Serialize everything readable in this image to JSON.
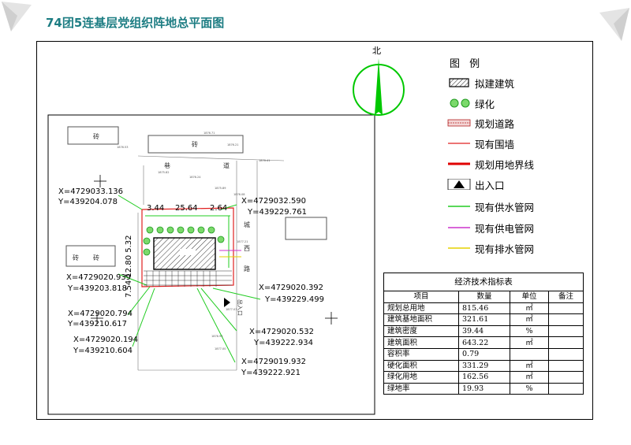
{
  "title": "74团5连基层党组织阵地总平面图",
  "north_label": "北",
  "legend": {
    "title": "图 例",
    "items": [
      {
        "label": "拟建建筑",
        "icon": "hatched-building-icon"
      },
      {
        "label": "绿化",
        "icon": "greenery-icon"
      },
      {
        "label": "规划道路",
        "icon": "planned-road-icon",
        "color": "#b22222"
      },
      {
        "label": "现有围墙",
        "icon": "existing-wall-icon",
        "color": "#e02020"
      },
      {
        "label": "规划用地界线",
        "icon": "land-boundary-icon",
        "color": "#e00000"
      },
      {
        "label": "出入口",
        "icon": "entrance-triangle-icon"
      },
      {
        "label": "现有供水管网",
        "icon": "water-supply-line-icon",
        "color": "#22cc22"
      },
      {
        "label": "现有供电管网",
        "icon": "power-line-icon",
        "color": "#cc33cc"
      },
      {
        "label": "现有排水管网",
        "icon": "drainage-line-icon",
        "color": "#e6d200"
      }
    ]
  },
  "table": {
    "caption": "经济技术指标表",
    "headers": [
      "项目",
      "数量",
      "单位",
      "备注"
    ],
    "rows": [
      {
        "item": "规划总用地",
        "value": "815.46",
        "unit": "㎡",
        "note": ""
      },
      {
        "item": "建筑基地面积",
        "value": "321.61",
        "unit": "㎡",
        "note": ""
      },
      {
        "item": "建筑密度",
        "value": "39.44",
        "unit": "%",
        "note": ""
      },
      {
        "item": "建筑面积",
        "value": "643.22",
        "unit": "㎡",
        "note": ""
      },
      {
        "item": "容积率",
        "value": "0.79",
        "unit": "",
        "note": ""
      },
      {
        "item": "硬化面积",
        "value": "331.29",
        "unit": "㎡",
        "note": ""
      },
      {
        "item": "绿化用地",
        "value": "162.56",
        "unit": "㎡",
        "note": ""
      },
      {
        "item": "绿地率",
        "value": "19.93",
        "unit": "%",
        "note": ""
      }
    ]
  },
  "map": {
    "brick_label": "砖",
    "street_chars": [
      "巷",
      "道"
    ],
    "road_chars": [
      "城",
      "西",
      "路"
    ],
    "entrance_label": "出入口",
    "dims": {
      "left": "3.44",
      "middle": "25.64",
      "right": "2.64",
      "vertical": "7.54  12.80  5.32"
    },
    "coords": [
      {
        "x": "X=4729033.136",
        "y": "Y=439204.078"
      },
      {
        "x": "X=4729032.590",
        "y": "Y=439229.761"
      },
      {
        "x": "X=4729020.939",
        "y": "Y=439203.818"
      },
      {
        "x": "X=4729020.392",
        "y": "Y=439229.499"
      },
      {
        "x": "X=4729020.794",
        "y": "Y=439210.617"
      },
      {
        "x": "X=4729020.532",
        "y": "Y=439222.934"
      },
      {
        "x": "X=4729020.194",
        "y": "Y=439210.604"
      },
      {
        "x": "X=4729019.932",
        "y": "Y=439222.921"
      }
    ]
  }
}
